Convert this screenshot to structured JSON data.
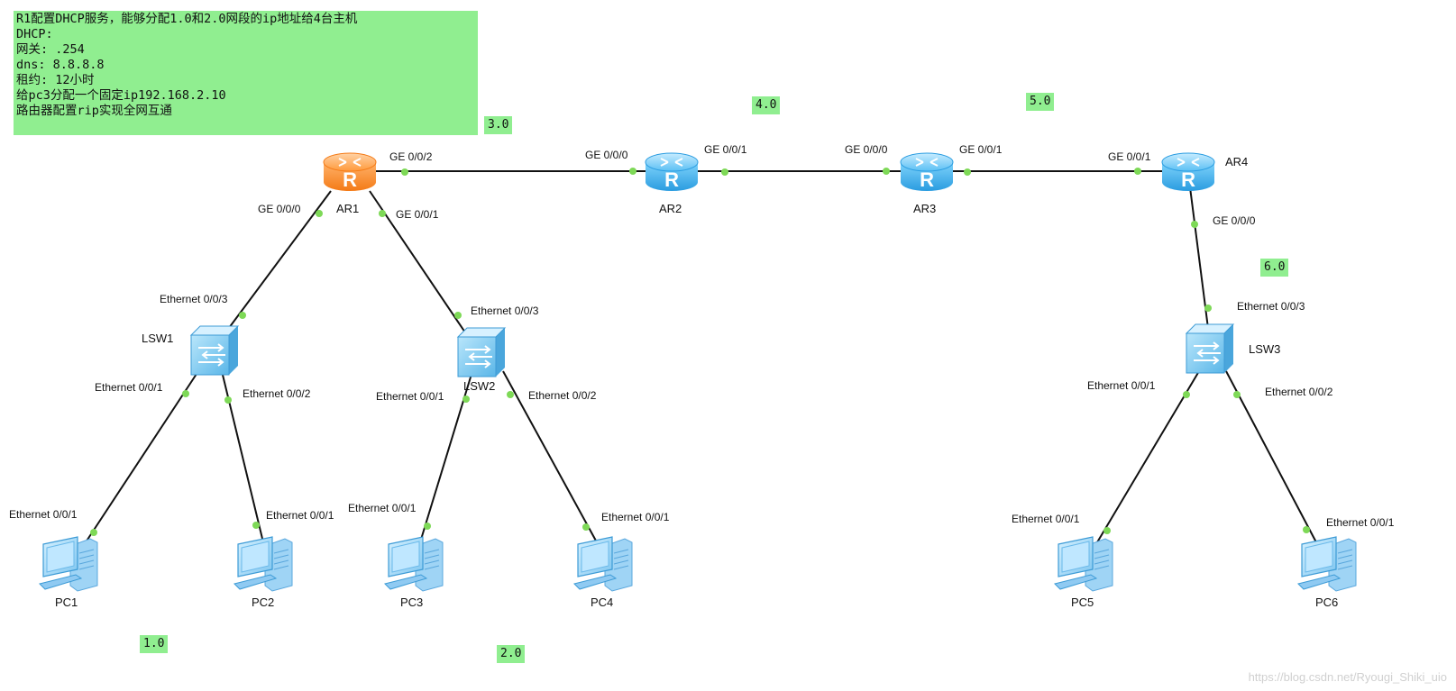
{
  "note": {
    "lines": [
      "R1配置DHCP服务，能够分配1.0和2.0网段的ip地址给4台主机",
      "DHCP:",
      "网关: .254",
      "dns: 8.8.8.8",
      "租约: 12小时",
      "给pc3分配一个固定ip192.168.2.10",
      "路由器配置rip实现全网互通"
    ]
  },
  "tags": [
    "3.0",
    "4.0",
    "5.0",
    "6.0",
    "1.0",
    "2.0"
  ],
  "devices": {
    "ar1": "AR1",
    "ar2": "AR2",
    "ar3": "AR3",
    "ar4": "AR4",
    "lsw1": "LSW1",
    "lsw2": "LSW2",
    "lsw3": "LSW3",
    "pc1": "PC1",
    "pc2": "PC2",
    "pc3": "PC3",
    "pc4": "PC4",
    "pc5": "PC5",
    "pc6": "PC6"
  },
  "ports": {
    "ge000": "GE 0/0/0",
    "ge001": "GE 0/0/1",
    "ge002": "GE 0/0/2",
    "eth001": "Ethernet 0/0/1",
    "eth002": "Ethernet 0/0/2",
    "eth003": "Ethernet 0/0/3"
  },
  "router_glyph": "R",
  "watermark": "https://blog.csdn.net/Ryougi_Shiki_uio",
  "colors": {
    "note_bg": "#90ee90",
    "link": "#111111",
    "port_dot": "#7ed957",
    "router_core": "#ff8c1a",
    "router_blue": "#3aaee8",
    "switch_blue": "#7cc8f0"
  }
}
